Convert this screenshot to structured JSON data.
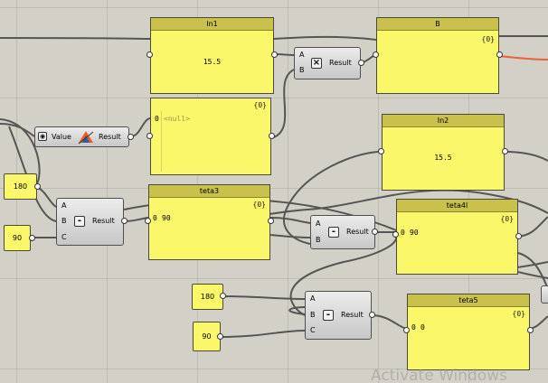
{
  "panels": {
    "in1": {
      "title": "In1",
      "value": "15.5"
    },
    "b": {
      "title": "B",
      "index": "{0}"
    },
    "null_panel": {
      "index": "{0}",
      "item_index": "0",
      "value": "<null>"
    },
    "in2": {
      "title": "In2",
      "value": "15.5"
    },
    "teta3": {
      "title": "teta3",
      "index": "{0}",
      "item_index": "0",
      "value": "90"
    },
    "teta4l": {
      "title": "teta4l",
      "index": "{0}",
      "item_index": "0",
      "value": "90"
    },
    "teta5": {
      "title": "teta5",
      "index": "{0}",
      "item_index": "0",
      "value": "0"
    }
  },
  "components": {
    "multiply": {
      "input_a": "A",
      "input_b": "B",
      "output": "Result",
      "icon": "×"
    },
    "value_list": {
      "input": "Value",
      "output": "Result"
    },
    "subtract_1": {
      "input_a": "A",
      "input_b": "B",
      "input_c": "C",
      "output": "Result",
      "icon": "-"
    },
    "subtract_2": {
      "input_a": "A",
      "input_b": "B",
      "output": "Result",
      "icon": "-"
    },
    "subtract_3": {
      "input_a": "A",
      "input_b": "B",
      "input_c": "C",
      "output": "Result",
      "icon": "-"
    }
  },
  "numbers": {
    "n180_left": "180",
    "n90_left": "90",
    "n180_mid": "180",
    "n90_mid": "90"
  },
  "watermark": "Activate Windows",
  "colors": {
    "canvas": "#d3d1c7",
    "panel": "#fbf76a",
    "panel_header": "#c9c14b",
    "wire": "#555555",
    "selected_wire": "#e8643c"
  }
}
